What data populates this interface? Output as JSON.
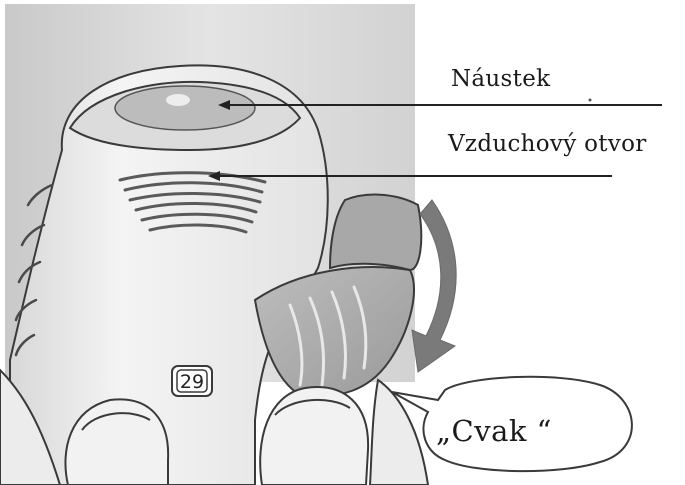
{
  "labels": {
    "mouthpiece": "Náustek",
    "air_vent": "Vzduchový otvor",
    "click_sound": "„Cvak “"
  },
  "device": {
    "dose_counter": "29"
  },
  "colors": {
    "background_panel": "#d6d6d6",
    "device_body": "#efefef",
    "outline": "#3a3a3a",
    "arrow": "#7a7a7a"
  }
}
